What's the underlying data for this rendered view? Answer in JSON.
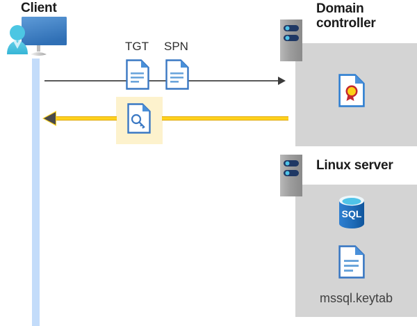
{
  "diagram": {
    "title_client": "Client",
    "title_domain_controller": "Domain controller",
    "title_linux_server": "Linux server",
    "labels": {
      "tgt": "TGT",
      "spn": "SPN",
      "keytab_file": "mssql.keytab",
      "sql_text": "SQL"
    },
    "icons": {
      "client": "client-workstation-icon",
      "domain_controller_server": "server-rack-icon",
      "linux_server": "server-rack-icon",
      "tgt_document": "document-icon",
      "spn_document": "document-icon",
      "key_document": "key-document-icon",
      "certificate": "certificate-document-icon",
      "sql_database": "sql-database-icon",
      "keytab_document": "document-icon"
    },
    "flows": [
      {
        "name": "request",
        "direction": "client-to-domain-controller",
        "style": "thin-gray-arrow",
        "color": "#595959",
        "carries": [
          "TGT",
          "SPN"
        ]
      },
      {
        "name": "response",
        "direction": "domain-controller-to-client",
        "style": "thick-yellow-arrow",
        "color": "#ffd21e",
        "carries": [
          "key-document"
        ]
      }
    ],
    "colors": {
      "panel_gray": "#d4d4d4",
      "lifeline_blue": "#c3dcfa",
      "highlight_yellow": "#fdf2cd",
      "arrow_yellow": "#ffd21e",
      "arrow_gray": "#595959",
      "doc_blue": "#3a78c3",
      "sql_blue": "#1f6cb8",
      "cert_red": "#c4272e",
      "cert_gold": "#fcd116",
      "title_black": "#1a1a1a"
    }
  }
}
